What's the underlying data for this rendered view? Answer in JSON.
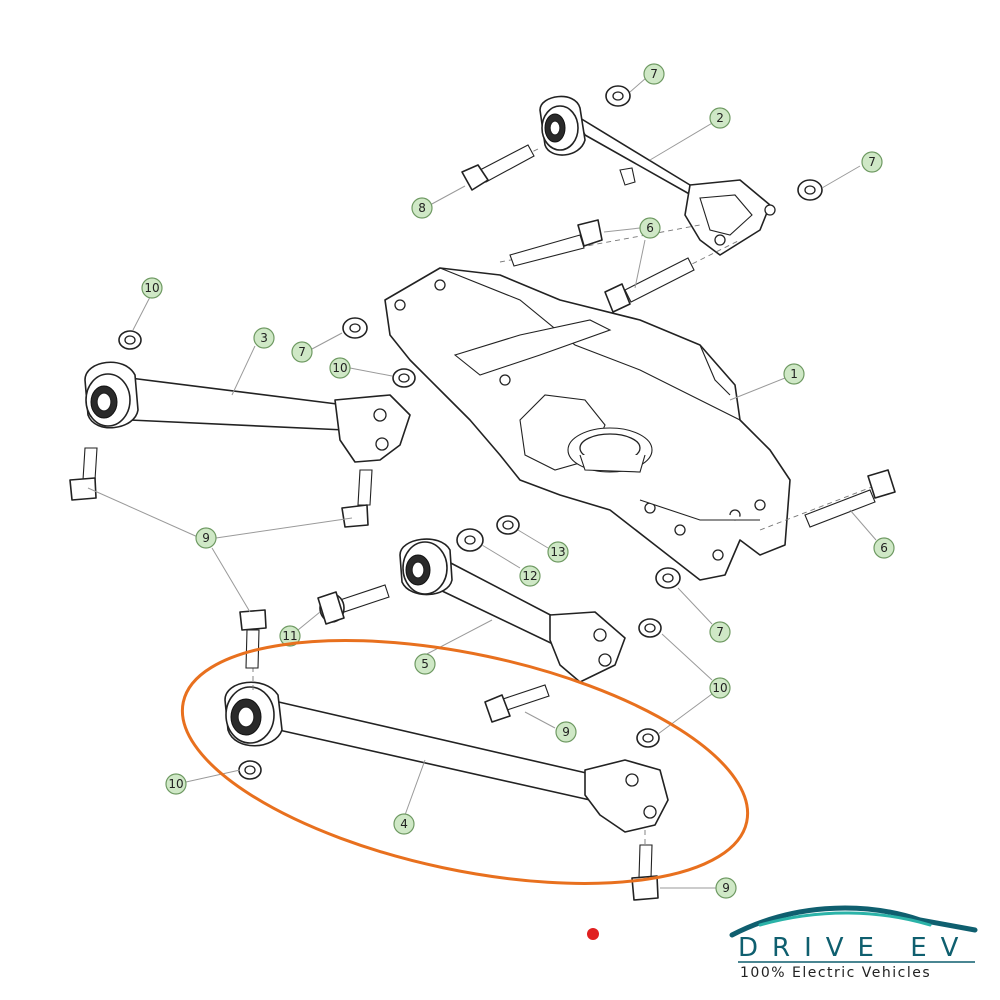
{
  "diagram": {
    "callouts": [
      "7",
      "2",
      "7",
      "8",
      "6",
      "10",
      "3",
      "7",
      "10",
      "1",
      "9",
      "13",
      "12",
      "6",
      "11",
      "5",
      "7",
      "10",
      "9",
      "10",
      "4",
      "9"
    ],
    "highlight_color": "#e8701e",
    "marker_color": "#e02020"
  },
  "logo": {
    "brand": "DRIVE EV",
    "tagline": "100% Electric Vehicles",
    "primary_color": "#0f5f6f",
    "accent_color": "#2bb3a8"
  }
}
